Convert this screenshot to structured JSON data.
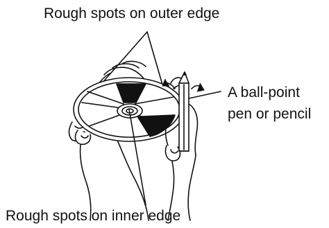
{
  "labels": {
    "outer_edge": "Rough spots on outer edge",
    "inner_edge": "Rough spots on inner edge",
    "pen_line1": "A ball-point",
    "pen_line2": "pen or pencil"
  },
  "icons": {
    "disc": "cd-disc-icon",
    "pen": "pencil-icon",
    "hand": "hand-icon",
    "rotate": "rotate-arrows-icon"
  },
  "colors": {
    "ink": "#111111",
    "paper": "#ffffff"
  }
}
